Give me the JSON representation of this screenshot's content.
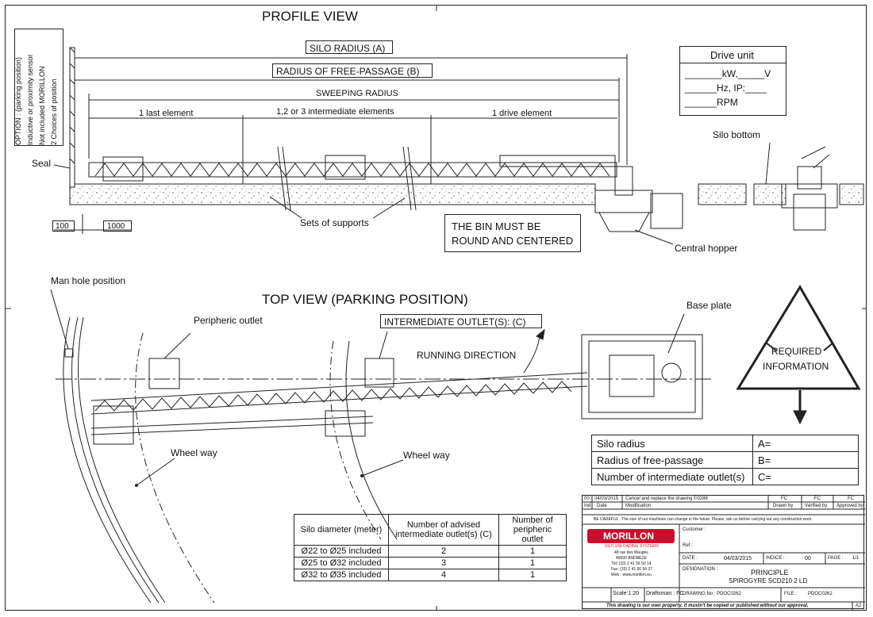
{
  "views": {
    "profile": "PROFILE VIEW",
    "top": "TOP VIEW (PARKING POSITION)"
  },
  "option_box": [
    "OPTION : (parking position)",
    "Inductive or proximity sensor",
    "Not included MORILLON",
    "2 Choices of position"
  ],
  "dims": {
    "silo_radius": "SILO RADIUS (A)",
    "free_passage": "RADIUS OF FREE-PASSAGE (B)",
    "sweeping": "SWEEPING RADIUS",
    "last_element": "1 last element",
    "intermediate_elements": "1,2 or 3 intermediate elements",
    "drive_element": "1 drive element",
    "d100": "100",
    "d1000": "1000"
  },
  "drive_unit": {
    "title": "Drive unit",
    "line1": "_______kW,_____V",
    "line2": "______Hz, IP:____",
    "line3": "______RPM"
  },
  "labels": {
    "seal": "Seal",
    "silo_bottom": "Silo bottom",
    "sets_of_supports": "Sets of supports",
    "central_hopper": "Central hopper",
    "bin_line1": "THE BIN MUST BE",
    "bin_line2": "ROUND AND CENTERED",
    "man_hole": "Man hole position",
    "peripheric_outlet": "Peripheric outlet",
    "intermediate_outlet": "INTERMEDIATE OUTLET(S): (C)",
    "running_direction": "RUNNING DIRECTION",
    "base_plate": "Base plate",
    "wheel_way": "Wheel way"
  },
  "required": {
    "line1": "REQUIRED",
    "line2": "INFORMATION"
  },
  "info_table": [
    {
      "label": "Silo radius",
      "value": "A="
    },
    {
      "label": "Radius of free-passage",
      "value": "B="
    },
    {
      "label": "Number of intermediate outlet(s)",
      "value": "C="
    }
  ],
  "selection_table": {
    "headers": [
      "Silo diameter (meter)",
      "Number of advised intermediate outlet(s) (C)",
      "Number of peripheric outlet"
    ],
    "rows": [
      [
        "Ø22 to Ø25 included",
        "2",
        "1"
      ],
      [
        "Ø25 to Ø32 included",
        "3",
        "1"
      ],
      [
        "Ø32 to Ø35 included",
        "4",
        "1"
      ]
    ]
  },
  "title_block": {
    "rev_index": "00",
    "rev_date": "04/03/2015",
    "rev_text": "Cancel and replace the drawing ©0288",
    "rev_fc1": "FC",
    "rev_fc2": "FC",
    "rev_fc3": "FC",
    "h_ind": "Ind",
    "h_date": "Date",
    "h_mod": "Modification",
    "h_drawn": "Drawn by",
    "h_verified": "Vérified by",
    "h_approved": "Approved by",
    "careful": "BE CAREFUL : The size of our machines can change in the future. Please, ask us before carrying out any construction work.",
    "brand": "MORILLON",
    "brand_sub": "SILO UNLOADING SYSTEMS",
    "addr1": "48 rue des Mauges",
    "addr2": "49600 ANDREZE",
    "addr3": "Tél: (33) 2 41 56 50 14",
    "addr4": "Fax: (33) 2 41 56 56 37",
    "addr5": "Web : www.morillon.eu",
    "customer": "Customer :",
    "ref": "Ref :",
    "date_label": "DATE :",
    "date": "04/03/2015",
    "indice_label": "INDICE :",
    "indice": "00",
    "page_label": "PAGE :",
    "page": "1/1",
    "designation_label": "DESIGNATION :",
    "designation1": "PRINCIPLE",
    "designation2": "SPIROGYRE SCD210 2 LD",
    "scale": "Scale:1:20",
    "draftsman": "Draftsman : FC",
    "drawing_no": "DRAWING No : PDOC0262",
    "file_label": "FILE :",
    "file": "PDOC0262",
    "footer": "This drawing is our own property, it mustn't be copied or published without our approval.",
    "format": "A2"
  }
}
